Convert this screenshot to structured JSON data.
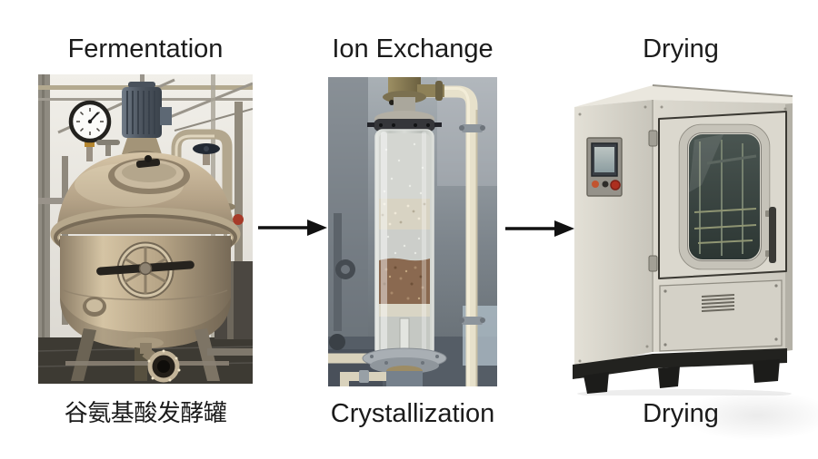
{
  "flow": {
    "stages": [
      {
        "top_label": "Fermentation",
        "bottom_label": "谷氨基酸发酵罐",
        "image": "stainless-steel-fermentation-tank-photo"
      },
      {
        "top_label": "Ion Exchange",
        "bottom_label": "Crystallization",
        "image": "glass-ion-exchange-resin-column-photo"
      },
      {
        "top_label": "Drying",
        "bottom_label": "Drying",
        "image": "industrial-drying-oven-cabinet-photo"
      }
    ],
    "colors": {
      "background": "#ffffff",
      "label_text": "#1b1b1b",
      "arrow": "#111111"
    }
  }
}
